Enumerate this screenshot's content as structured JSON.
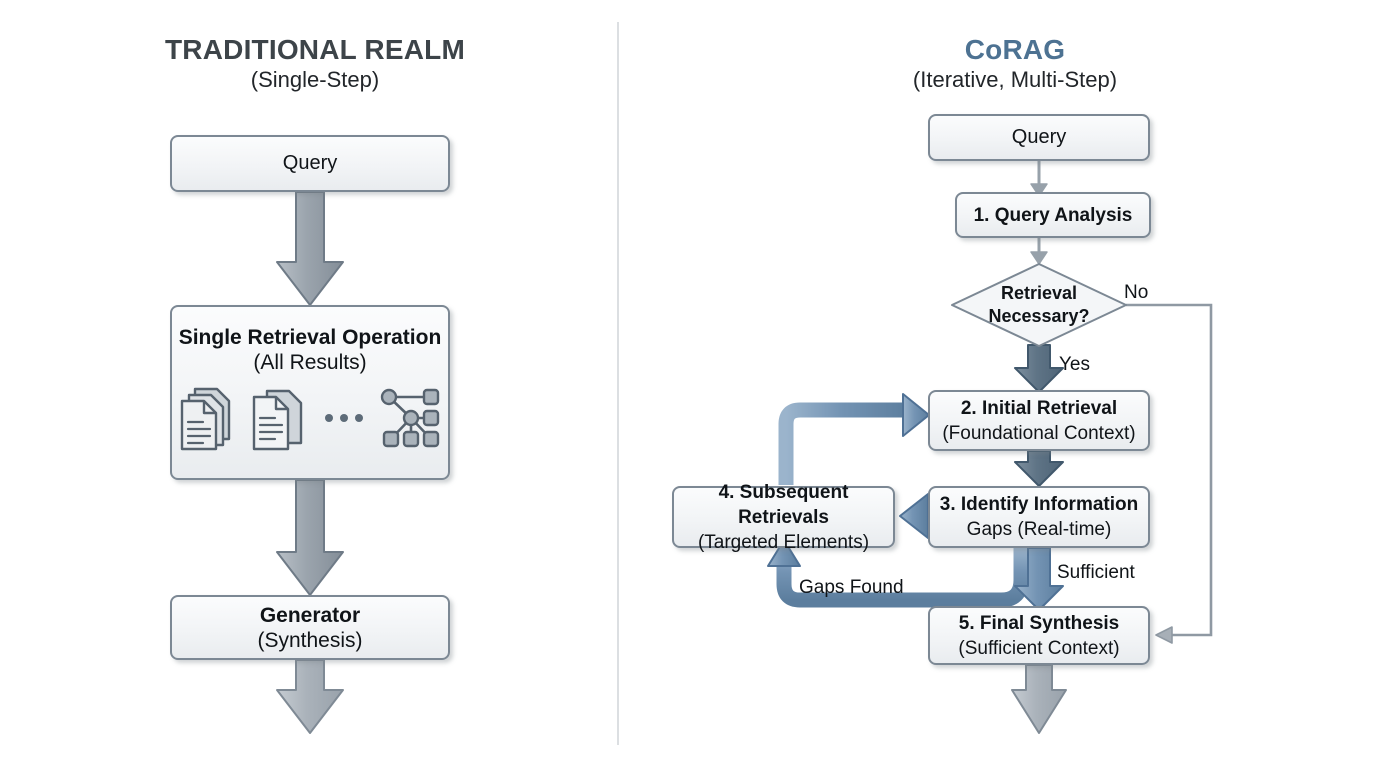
{
  "diagram": {
    "type": "flowchart",
    "panels": {
      "left": {
        "title_main": "TRADITIONAL REALM",
        "title_sub": "(Single-Step)",
        "nodes": [
          {
            "id": "l1",
            "label": "Query"
          },
          {
            "id": "l2",
            "line1": "Single Retrieval Operation",
            "line2": "(All Results)",
            "icons": [
              "document-stack-icon",
              "document-stack-icon",
              "ellipsis-icon",
              "knowledge-graph-icon"
            ]
          },
          {
            "id": "l3",
            "line1": "Generator",
            "line2": "(Synthesis)"
          }
        ]
      },
      "right": {
        "title_main": "CoRAG",
        "title_sub": "(Iterative, Multi-Step)",
        "nodes": [
          {
            "id": "r0",
            "label": "Query"
          },
          {
            "id": "r1",
            "label": "1. Query Analysis"
          },
          {
            "id": "d1",
            "shape": "decision",
            "line1": "Retrieval",
            "line2": "Necessary?"
          },
          {
            "id": "r2",
            "line1": "2. Initial Retrieval",
            "line2": "(Foundational Context)"
          },
          {
            "id": "r3",
            "line1": "3. Identify Information",
            "line2": "Gaps (Real-time)"
          },
          {
            "id": "r4",
            "line1": "4. Subsequent Retrievals",
            "line2": "(Targeted Elements)"
          },
          {
            "id": "r5",
            "line1": "5. Final Synthesis",
            "line2": "(Sufficient Context)"
          }
        ],
        "edge_labels": {
          "no": "No",
          "yes": "Yes",
          "sufficient": "Sufficient",
          "gaps_found": "Gaps Found"
        }
      }
    },
    "colors": {
      "accent_title": "#4d7292",
      "title_dark": "#3d4449",
      "box_border": "#7c8894",
      "box_fill_top": "#fbfcfd",
      "box_fill_bottom": "#e9ecef",
      "arrow_gray": "#9aa3ab",
      "arrow_gray_dark": "#6f7b87",
      "arrow_slate": "#5d7a94",
      "arrow_blue": "#6e90b0",
      "icon_stroke": "#56626e",
      "divider": "#dcdfe2",
      "background": "#ffffff"
    }
  }
}
